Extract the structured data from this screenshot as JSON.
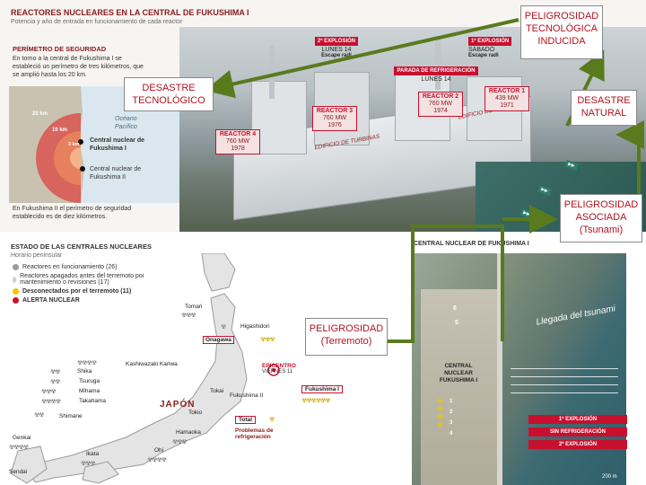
{
  "top_panel": {
    "title": "REACTORES NUCLEARES EN LA CENTRAL DE FUKUSHIMA I",
    "subtitle": "Potencia y año de entrada en funcionamiento de cada reactor",
    "perimeter_heading": "PERÍMETRO DE SEGURIDAD",
    "perimeter_text": "En torno a la central de Fukushima I se estableció un perímetro de tres kilómetros, que se amplió hasta los 20 km.",
    "perimeter_footer": "En Fukushima II el perímetro de seguridad establecido es de diez kilómetros.",
    "ocean_label": "Océano Pacífico",
    "plant1_label": "Central nuclear de Fukushima I",
    "plant2_label": "Central nuclear de Fukushima II",
    "ring_labels": [
      "20 km",
      "10 km",
      "3 km"
    ],
    "explosion1": {
      "tag": "1ª EXPLOSIÓN",
      "day": "SÁBADO",
      "sub": "Escape radi"
    },
    "explosion2": {
      "tag": "2ª EXPLOSIÓN",
      "day": "LUNES 14",
      "sub": "Escape radi"
    },
    "cooling_stop": {
      "tag": "PARADA DE REFRIGERACIÓN",
      "day": "LUNES 14"
    },
    "reactors": [
      {
        "name": "REACTOR 1",
        "power": "439 MW",
        "year": "1971"
      },
      {
        "name": "REACTOR 2",
        "power": "760 MW",
        "year": "1974"
      },
      {
        "name": "REACTOR 3",
        "power": "760 MW",
        "year": "1976"
      },
      {
        "name": "REACTOR 4",
        "power": "760 MW",
        "year": "1978"
      }
    ],
    "turbine_labels": [
      "EDIFICIO DE TURBINAS",
      "EDIFICIO DE TURBINAS"
    ]
  },
  "status_panel": {
    "title": "ESTADO DE LAS CENTRALES NUCLEARES",
    "subtitle": "Horario peninsular",
    "legend": [
      {
        "label": "Reactores en funcionamiento (26)",
        "color": "#9a9a9a"
      },
      {
        "label": "Reactores apagados antes del terremoto por mantenimiento o revisiones (17)",
        "color": "#cfcfcf"
      },
      {
        "label": "Desconectados por el terremoto (11)",
        "color": "#f2c500"
      },
      {
        "label": "ALERTA NUCLEAR",
        "color": "#c8102e"
      }
    ],
    "country": "JAPÓN",
    "epicenter": {
      "tag": "EPICENTRO",
      "day": "VIERNES 11"
    },
    "cities": [
      "Tomari",
      "Higashidori",
      "Onagawa",
      "Kashiwazaki Kariwa",
      "Shika",
      "Tsuruga",
      "Mihama",
      "Takahama",
      "Shimane",
      "Genkai",
      "Ikata",
      "Sendai",
      "Ohi",
      "Hamaoka",
      "Tokai",
      "Tokio",
      "Fukushima I",
      "Fukushima II"
    ],
    "total_label": "Total",
    "cooling_note": "Problemas de refrigeración"
  },
  "aerial_panel": {
    "title": "CENTRAL NUCLEAR DE FUKUSHIMA I",
    "tsunami_label": "Llegada del tsunami",
    "plant_label": "CENTRAL NUCLEAR FUKUSHIMA I",
    "unit_numbers": [
      "6",
      "5",
      "1",
      "2",
      "3",
      "4"
    ],
    "legend": [
      {
        "label": "1ª EXPLOSIÓN",
        "color": "#c8102e"
      },
      {
        "label": "SIN REFRIGERACIÓN",
        "color": "#c8102e"
      },
      {
        "label": "2ª EXPLOSIÓN",
        "color": "#c8102e"
      }
    ],
    "scale": "200 m"
  },
  "callouts": {
    "peligrosidad_inducida": "PELIGROSIDAD TECNOLÓGICA INDUCIDA",
    "desastre_tecnologico": "DESASTRE TECNOLÓGICO",
    "desastre_natural": "DESASTRE NATURAL",
    "peligrosidad_asociada": "PELIGROSIDAD ASOCIADA (Tsunami)",
    "peligrosidad_terremoto": "PELIGROSIDAD (Terremoto)"
  },
  "colors": {
    "arrow": "#5a7a1e",
    "accent_red": "#c8102e",
    "callout_text": "#b3121f"
  }
}
